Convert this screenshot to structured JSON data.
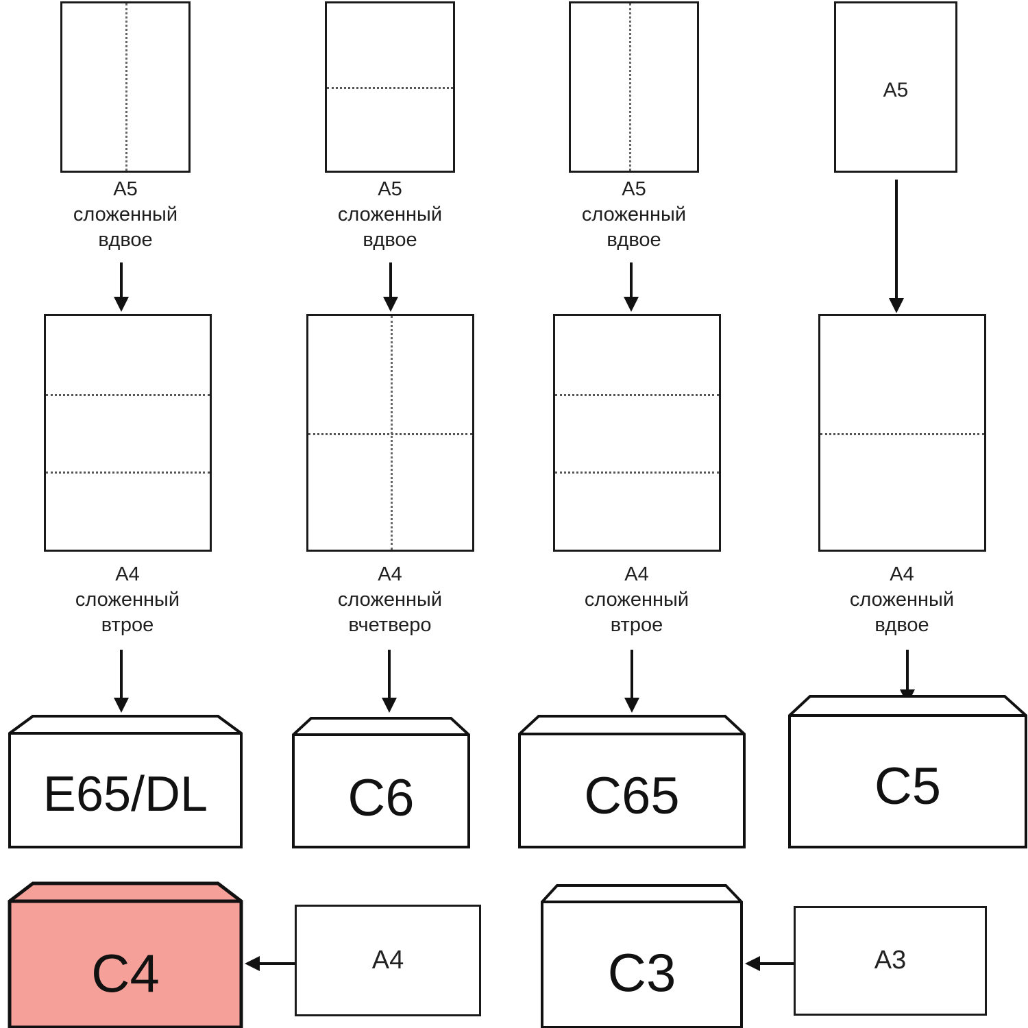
{
  "diagram": {
    "title_text": "",
    "colors": {
      "stroke": "#1a1a1a",
      "fold_line": "#555555",
      "arrow": "#111111",
      "paper_fill": "#ffffff",
      "highlight_fill": "#F6A09A",
      "highlight_stroke": "#111111",
      "text": "#1f1f1f"
    }
  },
  "columns": [
    {
      "id": "col1",
      "sheet_top": {
        "label": "",
        "fold": "vertical-center"
      },
      "caption_top": "A5\nсложенный\nвдвое",
      "sheet_mid": {
        "label": "",
        "fold": "horizontal-thirds"
      },
      "caption_mid": "A4\nсложенный\nвтрое",
      "envelope": {
        "label": "E65/DL",
        "highlight": false
      }
    },
    {
      "id": "col2",
      "sheet_top": {
        "label": "",
        "fold": "horizontal-center"
      },
      "caption_top": "A5\nсложенный\nвдвое",
      "sheet_mid": {
        "label": "",
        "fold": "cross-quarter"
      },
      "caption_mid": "A4\nсложенный\nвчетверо",
      "envelope": {
        "label": "C6",
        "highlight": false
      }
    },
    {
      "id": "col3",
      "sheet_top": {
        "label": "",
        "fold": "vertical-center"
      },
      "caption_top": "A5\nсложенный\nвдвое",
      "sheet_mid": {
        "label": "",
        "fold": "horizontal-thirds"
      },
      "caption_mid": "A4\nсложенный\nвтрое",
      "envelope": {
        "label": "C65",
        "highlight": false
      }
    },
    {
      "id": "col4",
      "sheet_top": {
        "label": "A5",
        "fold": "none"
      },
      "caption_top": "",
      "sheet_mid": {
        "label": "",
        "fold": "horizontal-center"
      },
      "caption_mid": "A4\nсложенный\nвдвое",
      "envelope": {
        "label": "C5",
        "highlight": false
      }
    }
  ],
  "bottom_row": {
    "pairs": [
      {
        "envelope": {
          "label": "C4",
          "highlight": true
        },
        "source_sheet": {
          "label": "A4"
        }
      },
      {
        "envelope": {
          "label": "C3",
          "highlight": false
        },
        "source_sheet": {
          "label": "A3"
        }
      }
    ]
  }
}
